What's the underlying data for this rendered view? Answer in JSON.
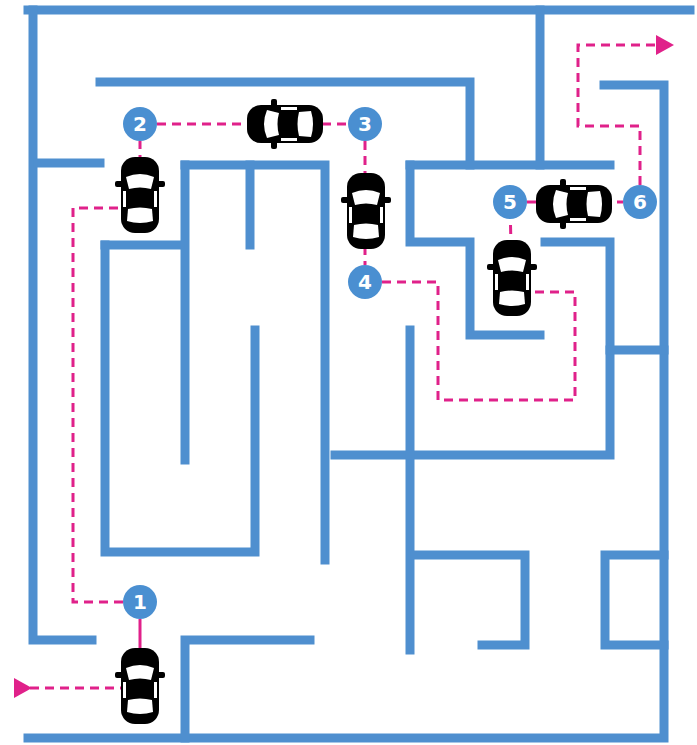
{
  "diagram": {
    "nodes": [
      {
        "text": [
          "1"
        ]
      },
      {
        "text": [
          "2"
        ]
      },
      {
        "text": [
          "3"
        ]
      },
      {
        "text": [
          "4"
        ]
      },
      {
        "text": [
          "5"
        ]
      },
      {
        "text": [
          "6"
        ]
      }
    ],
    "edges": [
      {
        "from": 0,
        "to": 1,
        "arrow": "none"
      },
      {
        "from": 1,
        "to": 2,
        "arrow": "none"
      },
      {
        "from": 2,
        "to": 3,
        "arrow": "none"
      },
      {
        "from": 3,
        "to": 4,
        "arrow": "none"
      },
      {
        "from": 4,
        "to": 5,
        "arrow": "none"
      }
    ]
  }
}
